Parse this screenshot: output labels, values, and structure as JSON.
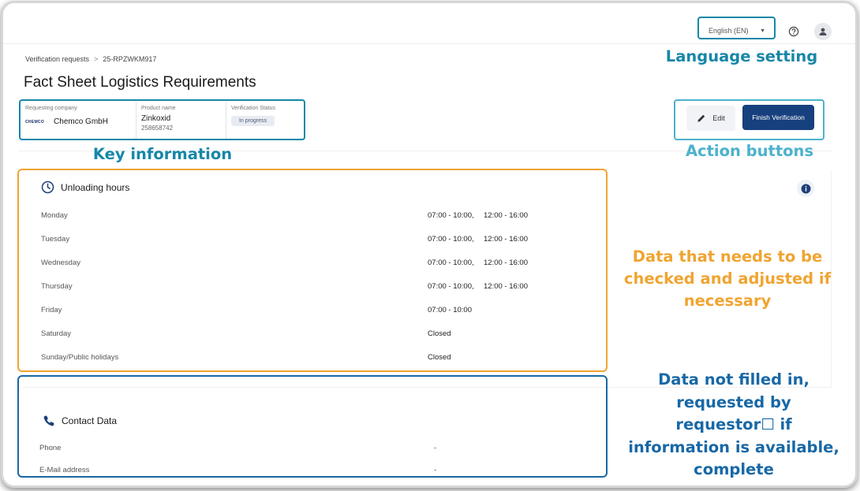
{
  "header": {
    "language": "English (EN)"
  },
  "breadcrumb": {
    "parent": "Verification requests",
    "separator": ">",
    "current": "25-RPZWKM917"
  },
  "page": {
    "title": "Fact Sheet Logistics Requirements"
  },
  "key_info": {
    "company_label": "Requesting company",
    "company_logo": "CHEMCO",
    "company_name": "Chemco GmbH",
    "product_label": "Product name",
    "product_name": "Zinkoxid",
    "product_number": "258658742",
    "status_label": "Verification Status",
    "status_value": "In progress"
  },
  "actions": {
    "edit_label": "Edit",
    "finish_label": "Finish Verification"
  },
  "unloading": {
    "title": "Unloading hours",
    "rows": [
      {
        "day": "Monday",
        "t1": "07:00 - 10:00,",
        "t2": "12:00 - 16:00"
      },
      {
        "day": "Tuesday",
        "t1": "07:00 - 10:00,",
        "t2": "12:00 - 16:00"
      },
      {
        "day": "Wednesday",
        "t1": "07:00 - 10:00,",
        "t2": "12:00 - 16:00"
      },
      {
        "day": "Thursday",
        "t1": "07:00 - 10:00,",
        "t2": "12:00 - 16:00"
      },
      {
        "day": "Friday",
        "t1": "07:00 - 10:00",
        "t2": ""
      },
      {
        "day": "Saturday",
        "t1": "Closed",
        "t2": ""
      },
      {
        "day": "Sunday/Public holidays",
        "t1": "Closed",
        "t2": ""
      }
    ]
  },
  "contact": {
    "title": "Contact Data",
    "rows": [
      {
        "label": "Phone",
        "value": "-"
      },
      {
        "label": "E-Mail address",
        "value": "-"
      }
    ]
  },
  "annotations": {
    "language": "Language setting",
    "key_info": "Key information",
    "actions": "Action buttons",
    "check_data": "Data that needs to be checked and adjusted if necessary",
    "missing_data": "Data not filled in, requested by requestor☐ if information is available, complete"
  },
  "colors": {
    "primary_button": "#17407e",
    "annotation_teal": "#1787a8",
    "annotation_light_teal": "#4cb2cc",
    "annotation_orange": "#f0a431",
    "annotation_blue": "#1868a6"
  }
}
